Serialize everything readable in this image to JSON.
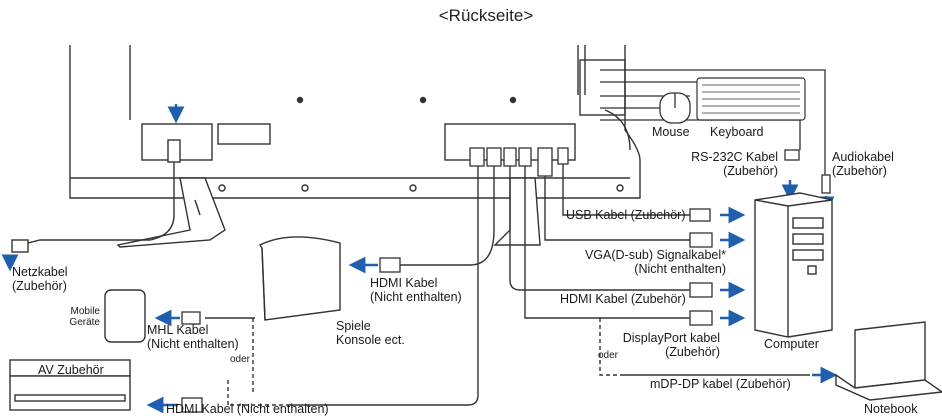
{
  "header": {
    "title": "<Rückseite>"
  },
  "labels": {
    "netzkabel": [
      "Netzkabel",
      "(Zubehör)"
    ],
    "mobile": [
      "Mobile",
      "Geräte"
    ],
    "mhl": [
      "MHL Kabel",
      "(Nicht enthalten)"
    ],
    "oder_left": "oder",
    "av": "AV Zubehör",
    "hdmi_bottom": "HDMI Kabel (Nicht enthalten)",
    "spiele": [
      "Spiele",
      "Konsole ect."
    ],
    "hdmi_mid": [
      "HDMI Kabel",
      "(Nicht enthalten)"
    ],
    "mouse": "Mouse",
    "keyboard": "Keyboard",
    "rs232c": [
      "RS-232C Kabel",
      "(Zubehör)"
    ],
    "audio": [
      "Audiokabel",
      "(Zubehör)"
    ],
    "usb": "USB Kabel (Zubehör)",
    "vga": [
      "VGA(D-sub) Signalkabel*",
      "(Nicht enthalten)"
    ],
    "hdmi_right": "HDMI Kabel (Zubehör)",
    "dp": [
      "DisplayPort kabel",
      "(Zubehör)"
    ],
    "oder_right": "oder",
    "mdp": "mDP-DP kabel (Zubehör)",
    "computer": "Computer",
    "notebook": "Notebook"
  },
  "colors": {
    "arrow": "#1f5fae",
    "line": "#333333",
    "fill_gray": "#eeeeee"
  },
  "icons": [
    "power-plug-icon",
    "usb-port-icon",
    "hdmi-port-icon",
    "displayport-icon",
    "vga-port-icon",
    "audio-jack-icon",
    "mouse-icon",
    "keyboard-icon",
    "computer-tower-icon",
    "notebook-icon",
    "game-console-icon",
    "mobile-device-icon",
    "av-device-icon"
  ]
}
